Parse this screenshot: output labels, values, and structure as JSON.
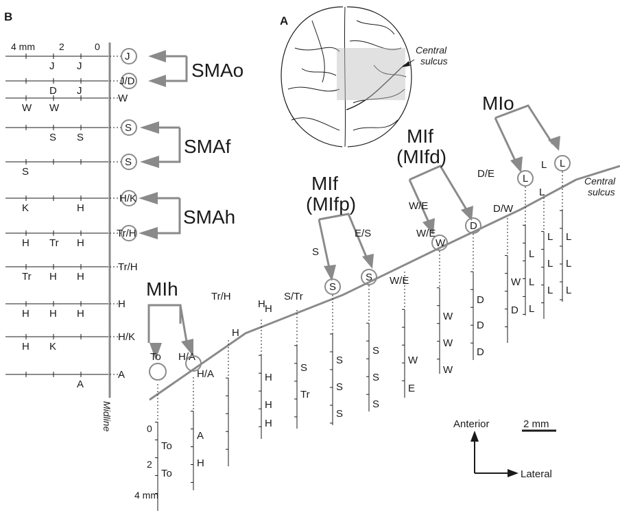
{
  "panel_a": {
    "label": "A",
    "sulcus_label": [
      "Central",
      "sulcus"
    ]
  },
  "panel_b": {
    "label": "B",
    "scale_labels": [
      "4 mm",
      "2",
      "0"
    ],
    "midline_label": "Midline",
    "regions": [
      "SMAo",
      "SMAf",
      "SMAh"
    ],
    "row_terminal": [
      "J",
      "J/D",
      "W",
      "S",
      "S",
      "H/K",
      "Tr/H",
      "Tr/H",
      "H",
      "H/K",
      "A"
    ],
    "row_points": [
      [
        "J",
        "J"
      ],
      [
        "D",
        "J"
      ],
      [
        "W",
        "W"
      ],
      [
        "S",
        "S"
      ],
      [
        "S"
      ],
      [
        "K",
        "H"
      ],
      [
        "H",
        "Tr",
        "H"
      ],
      [
        "Tr",
        "H",
        "H"
      ],
      [
        "H",
        "H",
        "H"
      ],
      [
        "H",
        "K"
      ],
      [
        "A"
      ]
    ]
  },
  "main": {
    "regions": [
      "MIh",
      "MIf",
      "(MIfp)",
      "MIf",
      "(MIfd)",
      "MIo"
    ],
    "sulcus_label": [
      "Central",
      "sulcus"
    ],
    "surface_labels": [
      "To",
      "H/A",
      "Tr/H",
      "H",
      "S/Tr",
      "E/S",
      "S",
      "W/E",
      "W/E",
      "W/E",
      "D/W",
      "D/E",
      "L",
      "L"
    ],
    "circle_labels": [
      "S",
      "S",
      "W",
      "D",
      "L",
      "L"
    ],
    "depth_scale": [
      "0",
      "2",
      "4 mm"
    ],
    "track_points": [
      [
        "To",
        "To"
      ],
      [
        "H/A",
        "A",
        "H"
      ],
      [
        "H"
      ],
      [
        "H",
        "H",
        "H",
        "H"
      ],
      [
        "S",
        "Tr"
      ],
      [
        "S",
        "S",
        "S"
      ],
      [
        "S",
        "S",
        "S"
      ],
      [
        "W",
        "E"
      ],
      [
        "W",
        "W",
        "W"
      ],
      [
        "D",
        "D",
        "D"
      ],
      [
        "W",
        "D"
      ],
      [
        "L",
        "L",
        "L"
      ],
      [
        "L",
        "L",
        "L"
      ],
      [
        "L",
        "L",
        "L"
      ]
    ]
  },
  "compass": {
    "anterior": "Anterior",
    "lateral": "Lateral",
    "scale": "2 mm"
  }
}
